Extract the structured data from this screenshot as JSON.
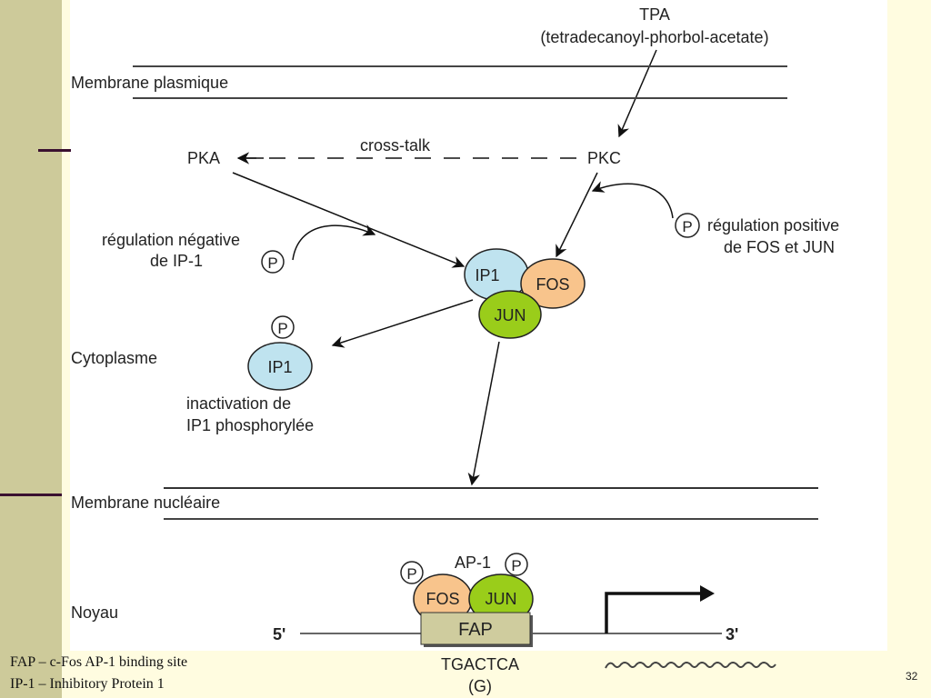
{
  "slide": {
    "number": "32",
    "footnotes": [
      "FAP – c-Fos AP-1 binding site",
      "IP-1 – Inhibitory Protein 1"
    ]
  },
  "colors": {
    "ip1": "#BFE3EF",
    "fos": "#F8C48C",
    "jun": "#9ACD1A",
    "fap_box": "#CFCC9E",
    "left_strip": "#CDCA9A",
    "background": "#FFFCE0",
    "accent_rule": "#3A1030"
  },
  "diagram": {
    "tpa_label": "TPA",
    "tpa_full": "(tetradecanoyl-phorbol-acetate)",
    "membrane_plasma_label": "Membrane plasmique",
    "pka_label": "PKA",
    "pkc_label": "PKC",
    "cross_talk_label": "cross-talk",
    "neg_reg_line1": "régulation négative",
    "neg_reg_line2": "de IP-1",
    "pos_reg_line1": "régulation positive",
    "pos_reg_line2": "de FOS et JUN",
    "phospho_symbol": "P",
    "ip1_label": "IP1",
    "fos_label": "FOS",
    "jun_label": "JUN",
    "cytoplasm_label": "Cytoplasme",
    "inactivation_line1": "inactivation de",
    "inactivation_line2": "IP1 phosphorylée",
    "membrane_nuclear_label": "Membrane nucléaire",
    "nucleus_label": "Noyau",
    "ap1_label": "AP-1",
    "fap_label": "FAP",
    "five_prime": "5'",
    "three_prime": "3'",
    "sequence": "TGACTCA",
    "sequence_variant": "(G)"
  }
}
